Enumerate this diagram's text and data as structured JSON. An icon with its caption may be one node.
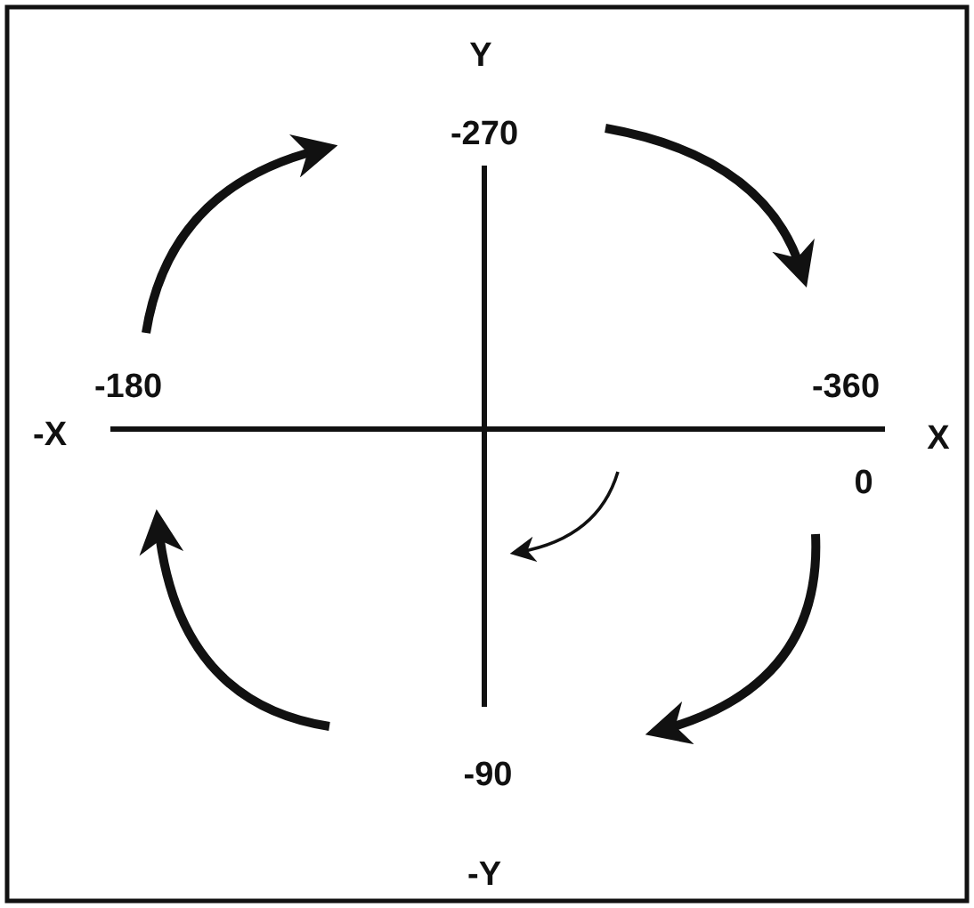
{
  "diagram": {
    "labels": [
      "Y",
      "-270",
      "-180",
      "-360",
      "-X",
      "X",
      "0",
      "-90",
      "-Y"
    ]
  }
}
